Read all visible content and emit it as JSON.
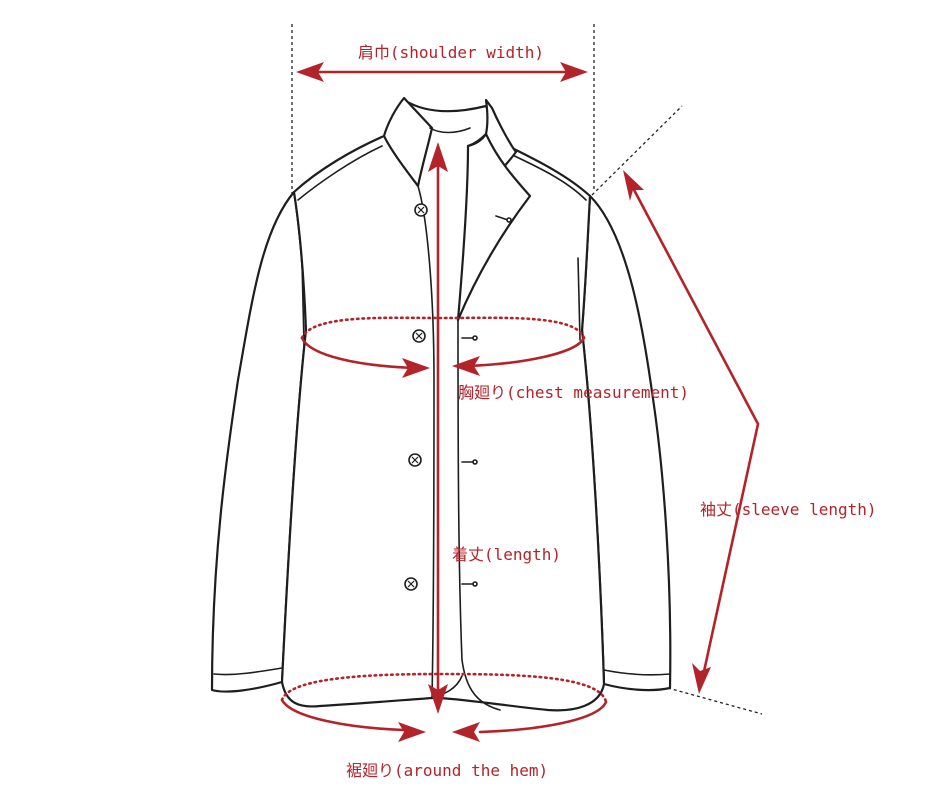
{
  "colors": {
    "accent": "#b3232a",
    "line": "#1e1e1e"
  },
  "labels": {
    "shoulder_width": "肩巾(shoulder width)",
    "chest": "胸廻り(chest measurement)",
    "sleeve": "袖丈(sleeve length)",
    "length": "着丈(length)",
    "hem": "裾廻り(around the hem)"
  }
}
